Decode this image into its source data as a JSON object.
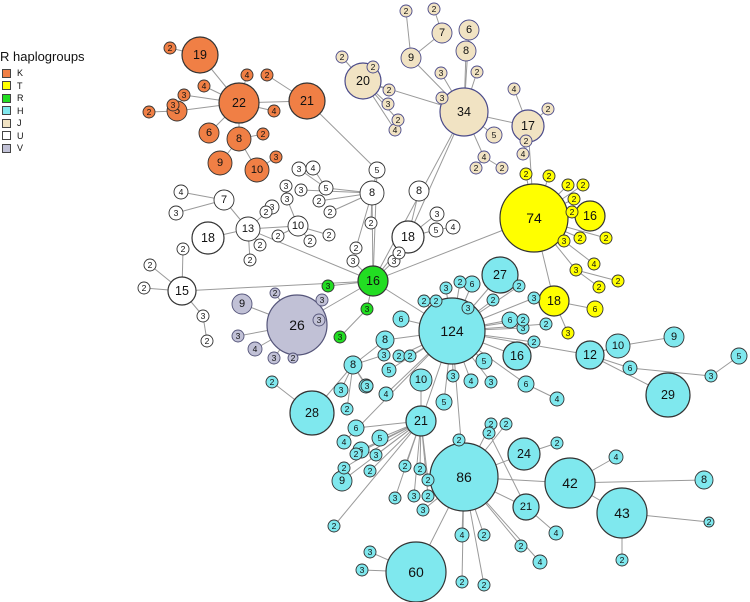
{
  "legend": {
    "title": "R haplogroups",
    "items": [
      {
        "key": "K",
        "label": "K",
        "color": "#f07f45"
      },
      {
        "key": "T",
        "label": "T",
        "color": "#ffff00"
      },
      {
        "key": "R",
        "label": "R",
        "color": "#22dd22"
      },
      {
        "key": "H",
        "label": "H",
        "color": "#7fe8ee"
      },
      {
        "key": "J",
        "label": "J",
        "color": "#f1e3c3"
      },
      {
        "key": "U",
        "label": "U",
        "color": "#ffffff"
      },
      {
        "key": "V",
        "label": "V",
        "color": "#c1c1d6"
      }
    ]
  },
  "nodes": [
    {
      "id": "k19",
      "g": "K",
      "label": "19"
    },
    {
      "id": "k22",
      "g": "K",
      "label": "22"
    },
    {
      "id": "k21",
      "g": "K",
      "label": "21"
    },
    {
      "id": "k5",
      "g": "K",
      "label": "5"
    },
    {
      "id": "k6",
      "g": "K",
      "label": "6"
    },
    {
      "id": "k8",
      "g": "K",
      "label": "8"
    },
    {
      "id": "k9",
      "g": "K",
      "label": "9"
    },
    {
      "id": "k10",
      "g": "K",
      "label": "10"
    },
    {
      "id": "k2a",
      "g": "K",
      "label": "2"
    },
    {
      "id": "k4a",
      "g": "K",
      "label": "4"
    },
    {
      "id": "k2b",
      "g": "K",
      "label": "2"
    },
    {
      "id": "k4b",
      "g": "K",
      "label": "4"
    },
    {
      "id": "k3a",
      "g": "K",
      "label": "3"
    },
    {
      "id": "k3b",
      "g": "K",
      "label": "3"
    },
    {
      "id": "k2c",
      "g": "K",
      "label": "2"
    },
    {
      "id": "k4c",
      "g": "K",
      "label": "4"
    },
    {
      "id": "k2d",
      "g": "K",
      "label": "2"
    },
    {
      "id": "k3c",
      "g": "K",
      "label": "3"
    },
    {
      "id": "j34",
      "g": "J",
      "label": "34"
    },
    {
      "id": "j20",
      "g": "J",
      "label": "20"
    },
    {
      "id": "j17",
      "g": "J",
      "label": "17"
    },
    {
      "id": "j9",
      "g": "J",
      "label": "9"
    },
    {
      "id": "j7",
      "g": "J",
      "label": "7"
    },
    {
      "id": "j6",
      "g": "J",
      "label": "6"
    },
    {
      "id": "j8",
      "g": "J",
      "label": "8"
    },
    {
      "id": "j5",
      "g": "J",
      "label": "5"
    },
    {
      "id": "j2a",
      "g": "J",
      "label": "2"
    },
    {
      "id": "j2b",
      "g": "J",
      "label": "2"
    },
    {
      "id": "j2c",
      "g": "J",
      "label": "2"
    },
    {
      "id": "j3a",
      "g": "J",
      "label": "3"
    },
    {
      "id": "j3b",
      "g": "J",
      "label": "3"
    },
    {
      "id": "j2d",
      "g": "J",
      "label": "2"
    },
    {
      "id": "j4a",
      "g": "J",
      "label": "4"
    },
    {
      "id": "j2e",
      "g": "J",
      "label": "2"
    },
    {
      "id": "j4b",
      "g": "J",
      "label": "4"
    },
    {
      "id": "j2f",
      "g": "J",
      "label": "2"
    },
    {
      "id": "j4c",
      "g": "J",
      "label": "4"
    },
    {
      "id": "j2g",
      "g": "J",
      "label": "2"
    },
    {
      "id": "j4d",
      "g": "J",
      "label": "4"
    },
    {
      "id": "j2h",
      "g": "J",
      "label": "2"
    },
    {
      "id": "j2i",
      "g": "J",
      "label": "2"
    },
    {
      "id": "j3c",
      "g": "J",
      "label": "3"
    },
    {
      "id": "j2j",
      "g": "J",
      "label": "2"
    },
    {
      "id": "j2k",
      "g": "J",
      "label": "2"
    },
    {
      "id": "t74",
      "g": "T",
      "label": "74"
    },
    {
      "id": "t16",
      "g": "T",
      "label": "16"
    },
    {
      "id": "t18",
      "g": "T",
      "label": "18"
    },
    {
      "id": "t2a",
      "g": "T",
      "label": "2"
    },
    {
      "id": "t2b",
      "g": "T",
      "label": "2"
    },
    {
      "id": "t2c",
      "g": "T",
      "label": "2"
    },
    {
      "id": "t2d",
      "g": "T",
      "label": "2"
    },
    {
      "id": "t2e",
      "g": "T",
      "label": "2"
    },
    {
      "id": "t2f",
      "g": "T",
      "label": "2"
    },
    {
      "id": "t3a",
      "g": "T",
      "label": "3"
    },
    {
      "id": "t2g",
      "g": "T",
      "label": "2"
    },
    {
      "id": "t4a",
      "g": "T",
      "label": "4"
    },
    {
      "id": "t3b",
      "g": "T",
      "label": "3"
    },
    {
      "id": "t2h",
      "g": "T",
      "label": "2"
    },
    {
      "id": "t6",
      "g": "T",
      "label": "6"
    },
    {
      "id": "t2i",
      "g": "T",
      "label": "2"
    },
    {
      "id": "t2j",
      "g": "T",
      "label": "2"
    },
    {
      "id": "t3c",
      "g": "T",
      "label": "3"
    },
    {
      "id": "r16",
      "g": "R",
      "label": "16"
    },
    {
      "id": "r3a",
      "g": "R",
      "label": "3"
    },
    {
      "id": "r3b",
      "g": "R",
      "label": "3"
    },
    {
      "id": "r3c",
      "g": "R",
      "label": "3"
    },
    {
      "id": "u18a",
      "g": "U",
      "label": "18"
    },
    {
      "id": "u13",
      "g": "U",
      "label": "13"
    },
    {
      "id": "u7",
      "g": "U",
      "label": "7"
    },
    {
      "id": "u10",
      "g": "U",
      "label": "10"
    },
    {
      "id": "u15",
      "g": "U",
      "label": "15"
    },
    {
      "id": "u18b",
      "g": "U",
      "label": "18"
    },
    {
      "id": "u8a",
      "g": "U",
      "label": "8"
    },
    {
      "id": "u8b",
      "g": "U",
      "label": "8"
    },
    {
      "id": "u5a",
      "g": "U",
      "label": "5"
    },
    {
      "id": "u5b",
      "g": "U",
      "label": "5"
    },
    {
      "id": "u5c",
      "g": "U",
      "label": "5"
    },
    {
      "id": "u4a",
      "g": "U",
      "label": "4"
    },
    {
      "id": "u4b",
      "g": "U",
      "label": "4"
    },
    {
      "id": "u4c",
      "g": "U",
      "label": "4"
    },
    {
      "id": "u3a",
      "g": "U",
      "label": "3"
    },
    {
      "id": "u3b",
      "g": "U",
      "label": "3"
    },
    {
      "id": "u3c",
      "g": "U",
      "label": "3"
    },
    {
      "id": "u3d",
      "g": "U",
      "label": "3"
    },
    {
      "id": "u3e",
      "g": "U",
      "label": "3"
    },
    {
      "id": "u3f",
      "g": "U",
      "label": "3"
    },
    {
      "id": "u3g",
      "g": "U",
      "label": "3"
    },
    {
      "id": "u3h",
      "g": "U",
      "label": "3"
    },
    {
      "id": "u3i",
      "g": "U",
      "label": "3"
    },
    {
      "id": "u3j",
      "g": "U",
      "label": "3"
    },
    {
      "id": "u2a",
      "g": "U",
      "label": "2"
    },
    {
      "id": "u2b",
      "g": "U",
      "label": "2"
    },
    {
      "id": "u2c",
      "g": "U",
      "label": "2"
    },
    {
      "id": "u2d",
      "g": "U",
      "label": "2"
    },
    {
      "id": "u2e",
      "g": "U",
      "label": "2"
    },
    {
      "id": "u2f",
      "g": "U",
      "label": "2"
    },
    {
      "id": "u2g",
      "g": "U",
      "label": "2"
    },
    {
      "id": "u2h",
      "g": "U",
      "label": "2"
    },
    {
      "id": "u2i",
      "g": "U",
      "label": "2"
    },
    {
      "id": "u2j",
      "g": "U",
      "label": "2"
    },
    {
      "id": "u2k",
      "g": "U",
      "label": "2"
    },
    {
      "id": "u2l",
      "g": "U",
      "label": "2"
    },
    {
      "id": "u2m",
      "g": "U",
      "label": "2"
    },
    {
      "id": "u2n",
      "g": "U",
      "label": "2"
    },
    {
      "id": "u2o",
      "g": "U",
      "label": "2"
    },
    {
      "id": "v26",
      "g": "V",
      "label": "26"
    },
    {
      "id": "v9",
      "g": "V",
      "label": "9"
    },
    {
      "id": "v2a",
      "g": "V",
      "label": "2"
    },
    {
      "id": "v3a",
      "g": "V",
      "label": "3"
    },
    {
      "id": "v3b",
      "g": "V",
      "label": "3"
    },
    {
      "id": "v3c",
      "g": "V",
      "label": "3"
    },
    {
      "id": "v4",
      "g": "V",
      "label": "4"
    },
    {
      "id": "v3d",
      "g": "V",
      "label": "3"
    },
    {
      "id": "v2b",
      "g": "V",
      "label": "2"
    },
    {
      "id": "h124",
      "g": "H",
      "label": "124"
    },
    {
      "id": "h86",
      "g": "H",
      "label": "86"
    },
    {
      "id": "h60",
      "g": "H",
      "label": "60"
    },
    {
      "id": "h43",
      "g": "H",
      "label": "43"
    },
    {
      "id": "h42",
      "g": "H",
      "label": "42"
    },
    {
      "id": "h29",
      "g": "H",
      "label": "29"
    },
    {
      "id": "h28",
      "g": "H",
      "label": "28"
    },
    {
      "id": "h27",
      "g": "H",
      "label": "27"
    },
    {
      "id": "h24",
      "g": "H",
      "label": "24"
    },
    {
      "id": "h21a",
      "g": "H",
      "label": "21"
    },
    {
      "id": "h21b",
      "g": "H",
      "label": "21"
    },
    {
      "id": "h16",
      "g": "H",
      "label": "16"
    },
    {
      "id": "h12",
      "g": "H",
      "label": "12"
    },
    {
      "id": "h10a",
      "g": "H",
      "label": "10"
    },
    {
      "id": "h10b",
      "g": "H",
      "label": "10"
    },
    {
      "id": "h9a",
      "g": "H",
      "label": "9"
    },
    {
      "id": "h9b",
      "g": "H",
      "label": "9"
    },
    {
      "id": "h8a",
      "g": "H",
      "label": "8"
    },
    {
      "id": "h8b",
      "g": "H",
      "label": "8"
    },
    {
      "id": "h8c",
      "g": "H",
      "label": "8"
    },
    {
      "id": "h6a",
      "g": "H",
      "label": "6"
    },
    {
      "id": "h6b",
      "g": "H",
      "label": "6"
    },
    {
      "id": "h6c",
      "g": "H",
      "label": "6"
    },
    {
      "id": "h6d",
      "g": "H",
      "label": "6"
    },
    {
      "id": "h6e",
      "g": "H",
      "label": "6"
    },
    {
      "id": "h6f",
      "g": "H",
      "label": "6"
    },
    {
      "id": "h6g",
      "g": "H",
      "label": "6"
    },
    {
      "id": "h5a",
      "g": "H",
      "label": "5"
    },
    {
      "id": "h5b",
      "g": "H",
      "label": "5"
    },
    {
      "id": "h5c",
      "g": "H",
      "label": "5"
    },
    {
      "id": "h5d",
      "g": "H",
      "label": "5"
    },
    {
      "id": "h5e",
      "g": "H",
      "label": "5"
    },
    {
      "id": "h4a",
      "g": "H",
      "label": "4"
    },
    {
      "id": "h4b",
      "g": "H",
      "label": "4"
    },
    {
      "id": "h4c",
      "g": "H",
      "label": "4"
    },
    {
      "id": "h4d",
      "g": "H",
      "label": "4"
    },
    {
      "id": "h4e",
      "g": "H",
      "label": "4"
    },
    {
      "id": "h4f",
      "g": "H",
      "label": "4"
    },
    {
      "id": "h4g",
      "g": "H",
      "label": "4"
    },
    {
      "id": "h4h",
      "g": "H",
      "label": "4"
    },
    {
      "id": "h3a",
      "g": "H",
      "label": "3"
    },
    {
      "id": "h3b",
      "g": "H",
      "label": "3"
    },
    {
      "id": "h3c",
      "g": "H",
      "label": "3"
    },
    {
      "id": "h3d",
      "g": "H",
      "label": "3"
    },
    {
      "id": "h3e",
      "g": "H",
      "label": "3"
    },
    {
      "id": "h3f",
      "g": "H",
      "label": "3"
    },
    {
      "id": "h3g",
      "g": "H",
      "label": "3"
    },
    {
      "id": "h3h",
      "g": "H",
      "label": "3"
    },
    {
      "id": "h3i",
      "g": "H",
      "label": "3"
    },
    {
      "id": "h3j",
      "g": "H",
      "label": "3"
    },
    {
      "id": "h3k",
      "g": "H",
      "label": "3"
    },
    {
      "id": "h3l",
      "g": "H",
      "label": "3"
    },
    {
      "id": "h3m",
      "g": "H",
      "label": "3"
    },
    {
      "id": "h3n",
      "g": "H",
      "label": "3"
    },
    {
      "id": "h3o",
      "g": "H",
      "label": "3"
    },
    {
      "id": "h3p",
      "g": "H",
      "label": "3"
    },
    {
      "id": "h3q",
      "g": "H",
      "label": "3"
    },
    {
      "id": "h2a",
      "g": "H",
      "label": "2"
    },
    {
      "id": "h2b",
      "g": "H",
      "label": "2"
    },
    {
      "id": "h2c",
      "g": "H",
      "label": "2"
    },
    {
      "id": "h2d",
      "g": "H",
      "label": "2"
    },
    {
      "id": "h2e",
      "g": "H",
      "label": "2"
    },
    {
      "id": "h2f",
      "g": "H",
      "label": "2"
    },
    {
      "id": "h2g",
      "g": "H",
      "label": "2"
    },
    {
      "id": "h2h",
      "g": "H",
      "label": "2"
    },
    {
      "id": "h2i",
      "g": "H",
      "label": "2"
    },
    {
      "id": "h2j",
      "g": "H",
      "label": "2"
    },
    {
      "id": "h2k",
      "g": "H",
      "label": "2"
    },
    {
      "id": "h2l",
      "g": "H",
      "label": "2"
    },
    {
      "id": "h2m",
      "g": "H",
      "label": "2"
    },
    {
      "id": "h2n",
      "g": "H",
      "label": "2"
    },
    {
      "id": "h2o",
      "g": "H",
      "label": "2"
    },
    {
      "id": "h2p",
      "g": "H",
      "label": "2"
    },
    {
      "id": "h2q",
      "g": "H",
      "label": "2"
    },
    {
      "id": "h2r",
      "g": "H",
      "label": "2"
    },
    {
      "id": "h2s",
      "g": "H",
      "label": "2"
    },
    {
      "id": "h2t",
      "g": "H",
      "label": "2"
    },
    {
      "id": "h2u",
      "g": "H",
      "label": "2"
    },
    {
      "id": "h2v",
      "g": "H",
      "label": "2"
    },
    {
      "id": "h2w",
      "g": "H",
      "label": "2"
    },
    {
      "id": "h2x",
      "g": "H",
      "label": "2"
    },
    {
      "id": "h2y",
      "g": "H",
      "label": "2"
    },
    {
      "id": "h2z",
      "g": "H",
      "label": "2"
    },
    {
      "id": "h2aa",
      "g": "H",
      "label": "2"
    },
    {
      "id": "h2ab",
      "g": "H",
      "label": "2"
    },
    {
      "id": "h2ac",
      "g": "H",
      "label": "2"
    },
    {
      "id": "h2ad",
      "g": "H",
      "label": "2"
    },
    {
      "id": "h2ae",
      "g": "H",
      "label": "2"
    }
  ]
}
